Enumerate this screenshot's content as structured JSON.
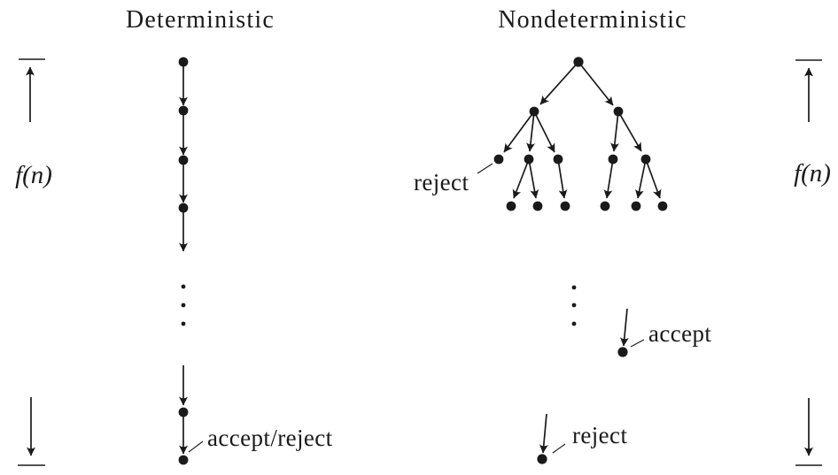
{
  "titles": {
    "deterministic": "Deterministic",
    "nondeterministic": "Nondeterministic"
  },
  "time_axis": {
    "left_label": "f(n)",
    "right_label": "f(n)"
  },
  "outcomes": {
    "deterministic_result": "accept/reject",
    "branch_reject": "reject",
    "accept": "accept",
    "bottom_reject": "reject"
  },
  "colors": {
    "ink": "#1a1a1a",
    "background": "#ffffff"
  }
}
